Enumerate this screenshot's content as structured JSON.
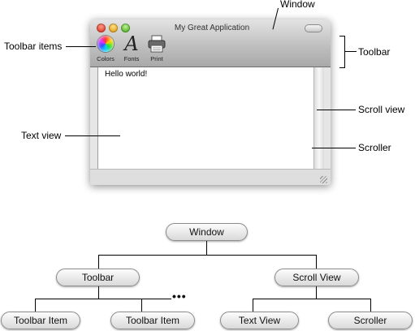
{
  "window": {
    "title": "My Great Application",
    "toolbar_items": [
      {
        "label": "Colors",
        "icon": "color-wheel-icon"
      },
      {
        "label": "Fonts",
        "icon": "font-icon",
        "glyph": "A"
      },
      {
        "label": "Print",
        "icon": "printer-icon"
      }
    ],
    "text_content": "Hello world!"
  },
  "callouts": {
    "window": "Window",
    "toolbar_items": "Toolbar items",
    "toolbar": "Toolbar",
    "scroll_view": "Scroll view",
    "text_view": "Text view",
    "scroller": "Scroller"
  },
  "hierarchy": {
    "root": "Window",
    "toolbar": "Toolbar",
    "scroll_view": "Scroll View",
    "toolbar_item_1": "Toolbar Item",
    "toolbar_item_2": "Toolbar Item",
    "ellipsis": "•••",
    "text_view": "Text View",
    "scroller": "Scroller"
  }
}
